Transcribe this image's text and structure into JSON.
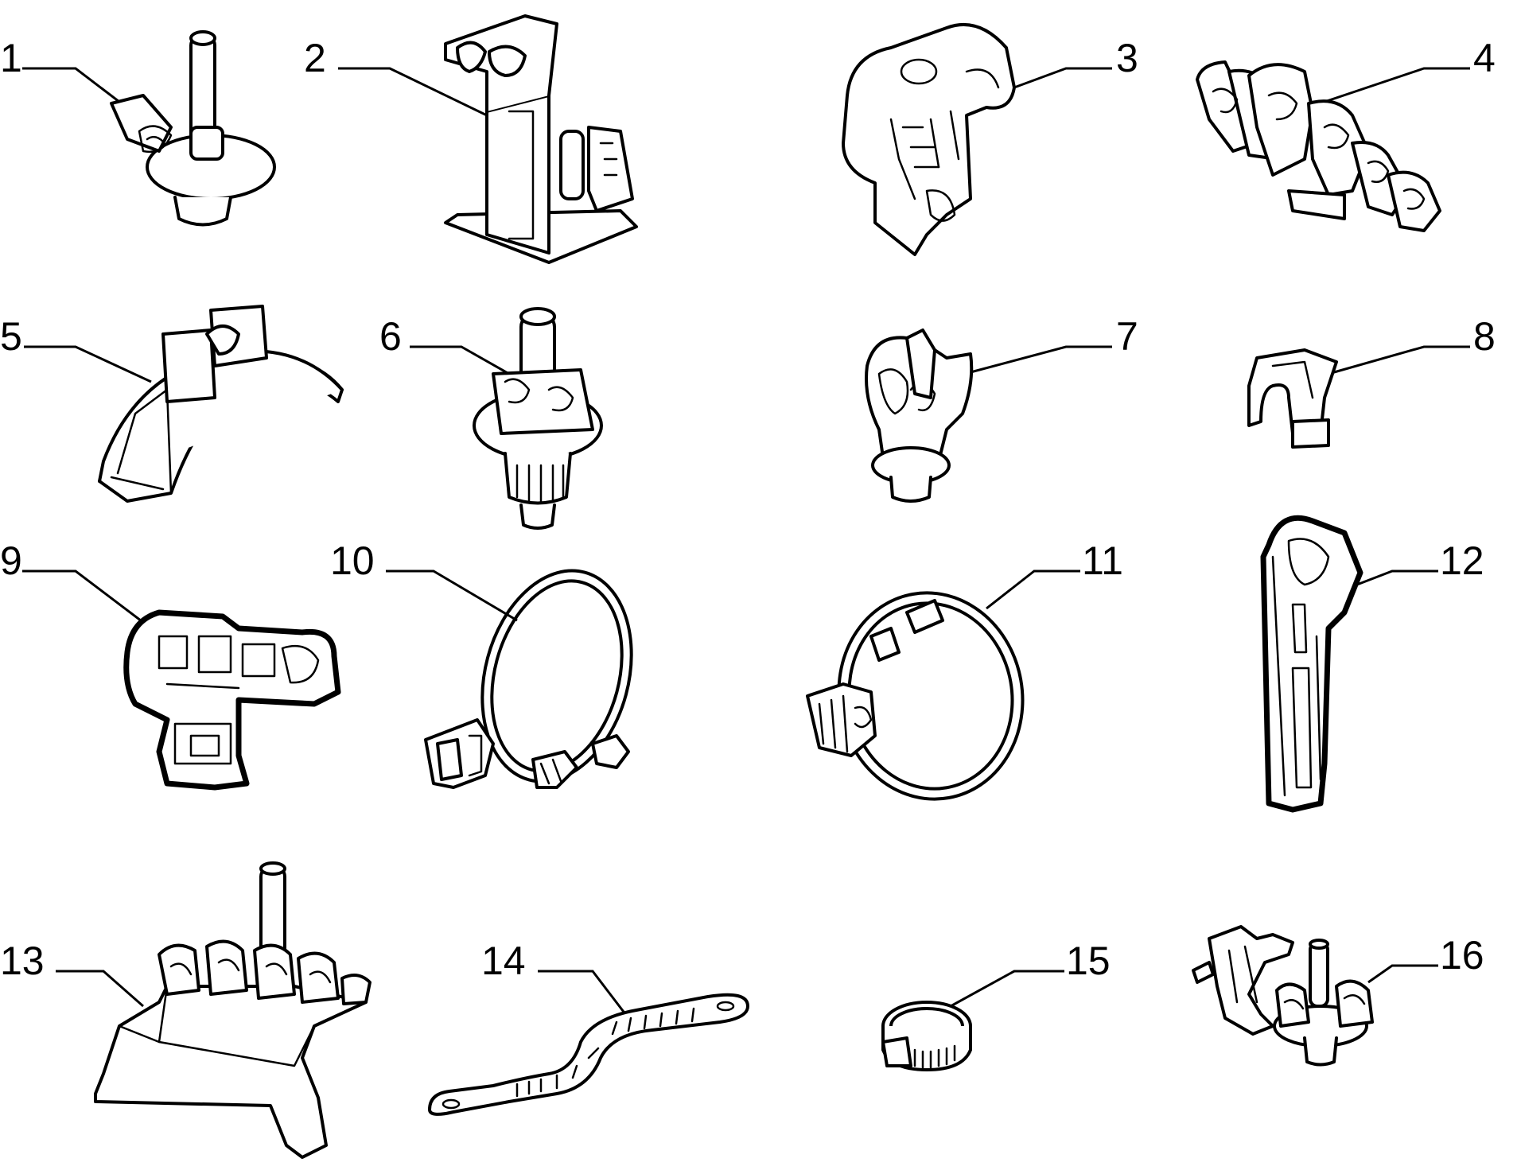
{
  "callouts": [
    {
      "id": 1,
      "label": "1",
      "part": "fastener-clip-with-stud"
    },
    {
      "id": 2,
      "label": "2",
      "part": "pipe-holder-bracket"
    },
    {
      "id": 3,
      "label": "3",
      "part": "pipe-clip-block"
    },
    {
      "id": 4,
      "label": "4",
      "part": "multi-pipe-clip"
    },
    {
      "id": 5,
      "label": "5",
      "part": "arched-retainer"
    },
    {
      "id": 6,
      "label": "6",
      "part": "push-in-clip"
    },
    {
      "id": 7,
      "label": "7",
      "part": "single-pipe-clip"
    },
    {
      "id": 8,
      "label": "8",
      "part": "spring-clip"
    },
    {
      "id": 9,
      "label": "9",
      "part": "multi-pipe-clip-block"
    },
    {
      "id": 10,
      "label": "10",
      "part": "hose-clamp"
    },
    {
      "id": 11,
      "label": "11",
      "part": "hose-clamp-band"
    },
    {
      "id": 12,
      "label": "12",
      "part": "long-pipe-holder"
    },
    {
      "id": 13,
      "label": "13",
      "part": "pipe-clip-bracket"
    },
    {
      "id": 14,
      "label": "14",
      "part": "cable-tie-strap"
    },
    {
      "id": 15,
      "label": "15",
      "part": "small-hose-clamp"
    },
    {
      "id": 16,
      "label": "16",
      "part": "stud-clip-with-bracket"
    }
  ],
  "colors": {
    "line": "#000000",
    "background": "#ffffff"
  }
}
